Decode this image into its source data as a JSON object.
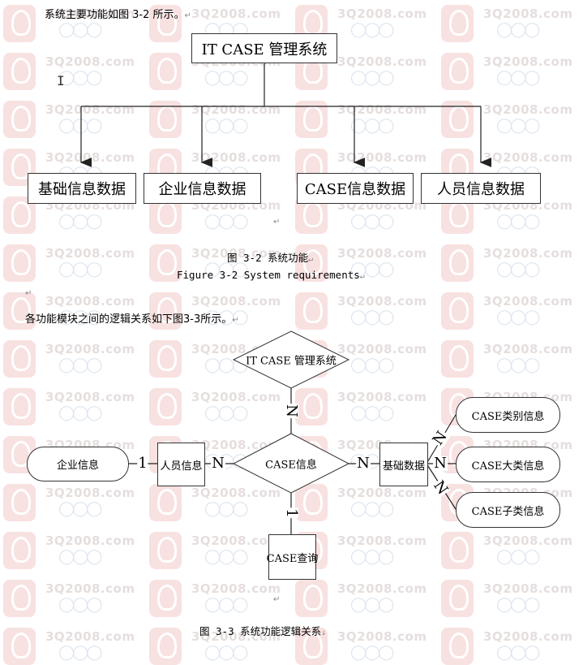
{
  "watermark": {
    "site": "3Q2008.com"
  },
  "intro_text": "系统主要功能如图 3-2 所示。",
  "fig1": {
    "root": "IT CASE 管理系统",
    "children": [
      "基础信息数据",
      "企业信息数据",
      "CASE信息数据",
      "人员信息数据"
    ],
    "caption_cn": "图 3-2 系统功能",
    "caption_en": "Figure 3-2 System requirements"
  },
  "logic_text": "各功能模块之间的逻辑关系如下图3-3所示。",
  "fig2": {
    "top_diamond": "IT CASE 管理系统",
    "center_diamond": "CASE信息",
    "left_pill": "企业信息",
    "person_box": "人员信息",
    "basic_box": "基础数据",
    "query_box": "CASE查询",
    "right_pills": [
      "CASE类别信息",
      "CASE大类信息",
      "CASE子类信息"
    ],
    "cardinalities": {
      "top": "N",
      "left_one": "1",
      "person_n": "N",
      "basic_n": "N",
      "basic_right_n": "N",
      "up_n": "N",
      "down_n": "N",
      "query_one": "1"
    },
    "caption_cn": "图 3-3 系统功能逻辑关系"
  },
  "marks": {
    "para": "↵",
    "arrow": "↓"
  }
}
